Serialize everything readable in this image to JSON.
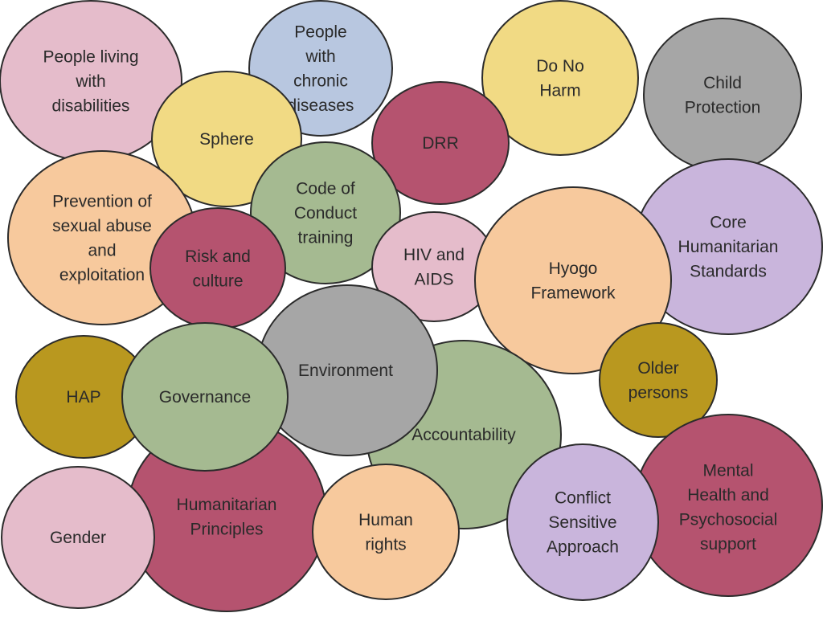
{
  "palette": {
    "pink": "#e5bccb",
    "blue": "#b8c7e0",
    "yellow": "#f1da84",
    "gray": "#a6a6a6",
    "crimson": "#b5536f",
    "peach": "#f7c99d",
    "green": "#a5ba91",
    "lavender": "#c9b5dc",
    "olive": "#b9981f"
  },
  "bubbles": [
    {
      "id": "people-living-disabilities",
      "lines": [
        "People living",
        "with",
        "disabilities"
      ],
      "color": "pink"
    },
    {
      "id": "people-chronic-diseases",
      "lines": [
        "People",
        "with",
        "chronic",
        "diseases"
      ],
      "color": "blue"
    },
    {
      "id": "do-no-harm",
      "lines": [
        "Do No",
        "Harm"
      ],
      "color": "yellow"
    },
    {
      "id": "child-protection",
      "lines": [
        "Child",
        "Protection"
      ],
      "color": "gray"
    },
    {
      "id": "sphere",
      "lines": [
        "Sphere"
      ],
      "color": "yellow"
    },
    {
      "id": "drr",
      "lines": [
        "DRR"
      ],
      "color": "crimson"
    },
    {
      "id": "prevention-sexual-abuse",
      "lines": [
        "Prevention of",
        "sexual abuse",
        "and",
        "exploitation"
      ],
      "color": "peach"
    },
    {
      "id": "code-of-conduct-training",
      "lines": [
        "Code of",
        "Conduct",
        "training"
      ],
      "color": "green"
    },
    {
      "id": "core-humanitarian-standards",
      "lines": [
        "Core",
        "Humanitarian",
        "Standards"
      ],
      "color": "lavender"
    },
    {
      "id": "risk-and-culture",
      "lines": [
        "Risk and",
        "culture"
      ],
      "color": "crimson"
    },
    {
      "id": "hiv-and-aids",
      "lines": [
        "HIV and",
        "AIDS"
      ],
      "color": "pink"
    },
    {
      "id": "hyogo-framework",
      "lines": [
        "Hyogo",
        "Framework"
      ],
      "color": "peach"
    },
    {
      "id": "accountability",
      "lines": [
        "Accountability"
      ],
      "color": "green"
    },
    {
      "id": "older-persons",
      "lines": [
        "Older",
        "persons"
      ],
      "color": "olive"
    },
    {
      "id": "hap",
      "lines": [
        "HAP"
      ],
      "color": "olive"
    },
    {
      "id": "humanitarian-principles",
      "lines": [
        "Humanitarian",
        "Principles"
      ],
      "color": "crimson"
    },
    {
      "id": "environment",
      "lines": [
        "Environment"
      ],
      "color": "gray"
    },
    {
      "id": "governance",
      "lines": [
        "Governance"
      ],
      "color": "green"
    },
    {
      "id": "mental-health-psychosocial",
      "lines": [
        "Mental",
        "Health and",
        "Psychosocial",
        "support"
      ],
      "color": "crimson"
    },
    {
      "id": "gender",
      "lines": [
        "Gender"
      ],
      "color": "pink"
    },
    {
      "id": "human-rights",
      "lines": [
        "Human",
        "rights"
      ],
      "color": "peach"
    },
    {
      "id": "conflict-sensitive-approach",
      "lines": [
        "Conflict",
        "Sensitive",
        "Approach"
      ],
      "color": "lavender"
    }
  ]
}
